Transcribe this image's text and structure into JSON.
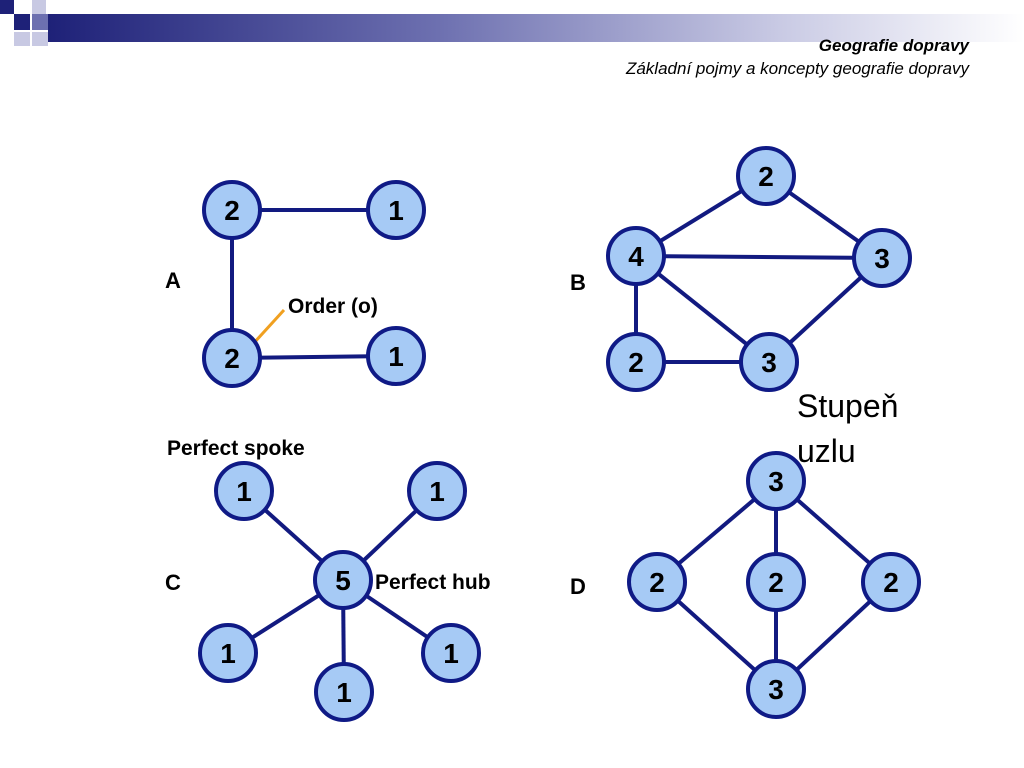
{
  "header": {
    "title": "Geografie dopravy",
    "subtitle": "Základní pojmy a koncepty geografie dopravy"
  },
  "colors": {
    "node_fill": "#a6caf5",
    "node_stroke": "#0f1a86",
    "edge": "#121a80",
    "arrow": "#f0a020"
  },
  "graphs": {
    "A": {
      "label": "A",
      "annotation": "Order (o)",
      "nodes": [
        {
          "id": "a1",
          "label": "2"
        },
        {
          "id": "a2",
          "label": "1"
        },
        {
          "id": "a3",
          "label": "2"
        },
        {
          "id": "a4",
          "label": "1"
        }
      ],
      "edges": [
        [
          "a1",
          "a2"
        ],
        [
          "a1",
          "a3"
        ],
        [
          "a3",
          "a4"
        ]
      ]
    },
    "B": {
      "label": "B",
      "nodes": [
        {
          "id": "b1",
          "label": "2"
        },
        {
          "id": "b2",
          "label": "4"
        },
        {
          "id": "b3",
          "label": "3"
        },
        {
          "id": "b4",
          "label": "2"
        },
        {
          "id": "b5",
          "label": "3"
        }
      ],
      "edges": [
        [
          "b1",
          "b2"
        ],
        [
          "b1",
          "b3"
        ],
        [
          "b2",
          "b3"
        ],
        [
          "b2",
          "b4"
        ],
        [
          "b2",
          "b5"
        ],
        [
          "b4",
          "b5"
        ],
        [
          "b3",
          "b5"
        ]
      ]
    },
    "C": {
      "label": "C",
      "annotation_top": "Perfect spoke",
      "annotation_hub": "Perfect hub",
      "nodes": [
        {
          "id": "c0",
          "label": "5"
        },
        {
          "id": "c1",
          "label": "1"
        },
        {
          "id": "c2",
          "label": "1"
        },
        {
          "id": "c3",
          "label": "1"
        },
        {
          "id": "c4",
          "label": "1"
        },
        {
          "id": "c5",
          "label": "1"
        }
      ],
      "edges": [
        [
          "c0",
          "c1"
        ],
        [
          "c0",
          "c2"
        ],
        [
          "c0",
          "c3"
        ],
        [
          "c0",
          "c4"
        ],
        [
          "c0",
          "c5"
        ]
      ]
    },
    "D": {
      "label": "D",
      "nodes": [
        {
          "id": "d1",
          "label": "3"
        },
        {
          "id": "d2",
          "label": "2"
        },
        {
          "id": "d3",
          "label": "2"
        },
        {
          "id": "d4",
          "label": "2"
        },
        {
          "id": "d5",
          "label": "3"
        }
      ],
      "edges": [
        [
          "d1",
          "d2"
        ],
        [
          "d1",
          "d3"
        ],
        [
          "d1",
          "d4"
        ],
        [
          "d2",
          "d5"
        ],
        [
          "d3",
          "d5"
        ],
        [
          "d4",
          "d5"
        ]
      ]
    }
  },
  "degree_text": [
    "Stupeň",
    "uzlu"
  ]
}
